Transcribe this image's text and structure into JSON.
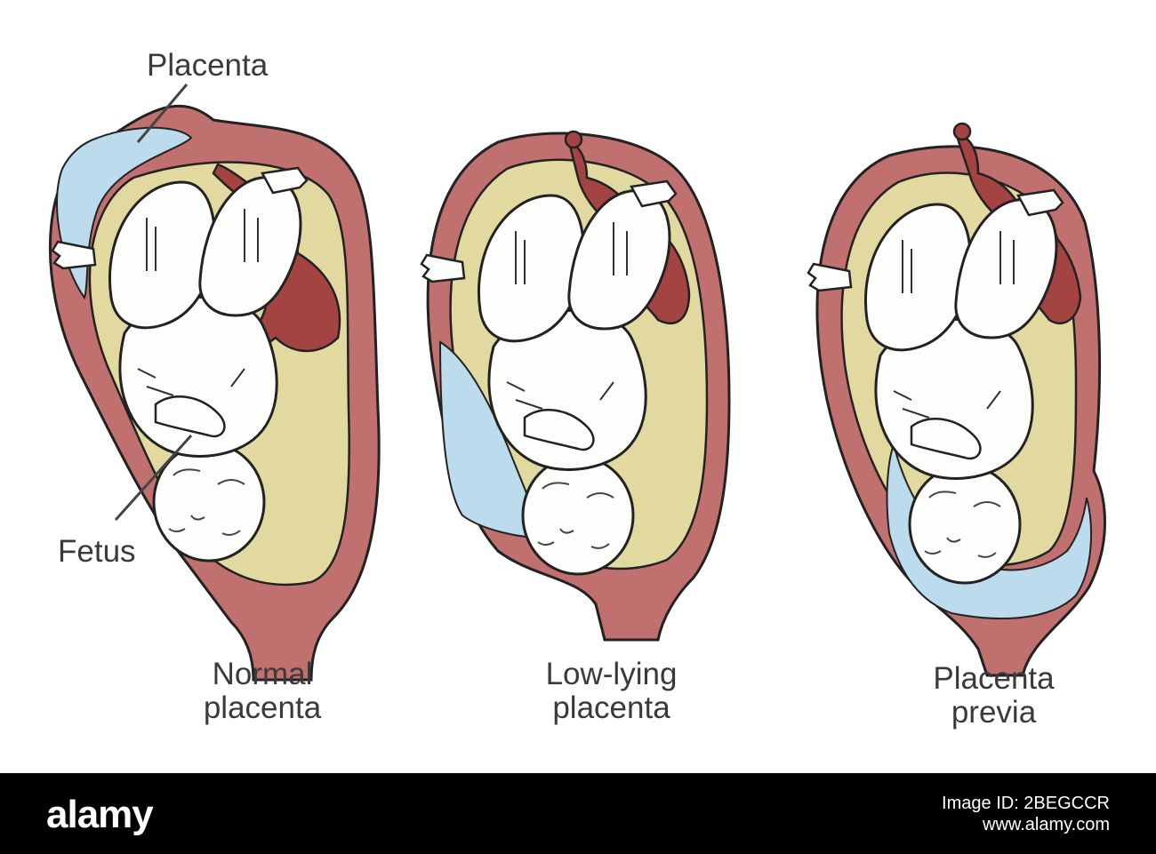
{
  "callouts": {
    "placenta": "Placenta",
    "fetus": "Fetus"
  },
  "panels": [
    {
      "caption_line1": "Normal",
      "caption_line2": "placenta"
    },
    {
      "caption_line1": "Low-lying",
      "caption_line2": "placenta"
    },
    {
      "caption_line1": "Placenta",
      "caption_line2": "previa"
    }
  ],
  "footer": {
    "brand": "alamy",
    "image_id": "Image ID: 2BEGCCR",
    "site": "www.alamy.com"
  },
  "colors": {
    "uterus_wall": "#c0706e",
    "amniotic": "#e2d9a0",
    "placenta": "#bcdcee",
    "cord": "#a44442",
    "outline": "#222222"
  }
}
